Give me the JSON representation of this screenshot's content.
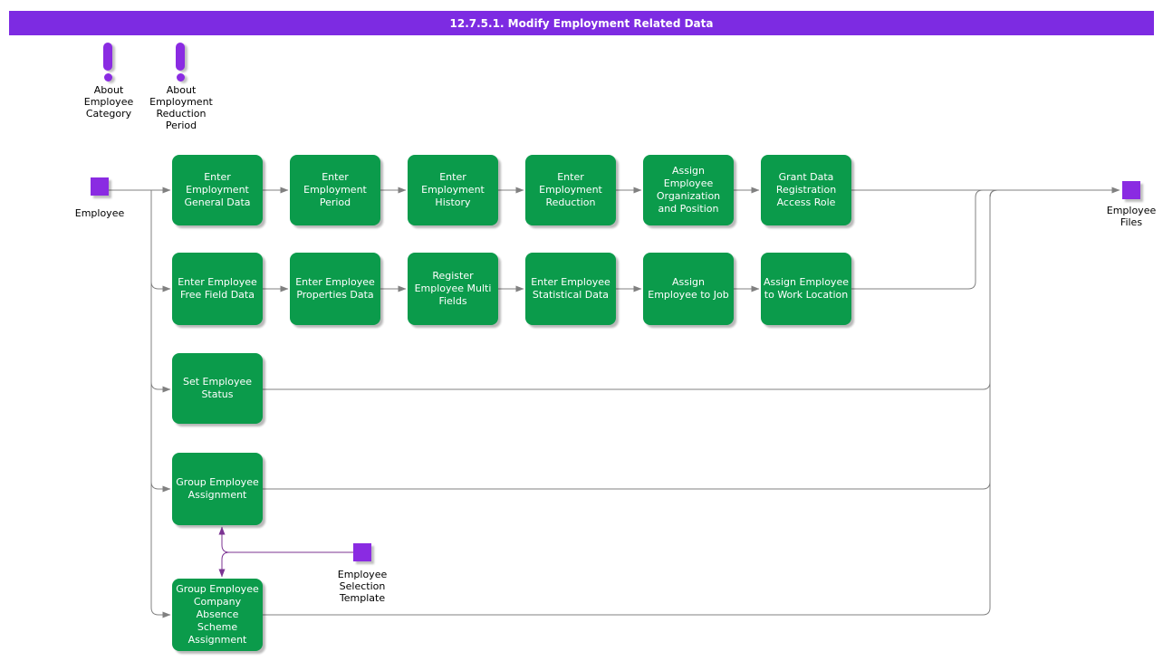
{
  "title_bar": {
    "text": "12.7.5.1. Modify Employment Related Data"
  },
  "notes": [
    {
      "label": "About\nEmployee\nCategory"
    },
    {
      "label": "About\nEmployment\nReduction\nPeriod"
    }
  ],
  "actors": {
    "employee": {
      "label": "Employee"
    },
    "employee_files": {
      "label": "Employee\nFiles"
    },
    "employee_selection_template": {
      "label": "Employee\nSelection\nTemplate"
    }
  },
  "process_rows": [
    {
      "boxes": [
        {
          "label": "Enter\nEmployment\nGeneral Data"
        },
        {
          "label": "Enter\nEmployment\nPeriod"
        },
        {
          "label": "Enter\nEmployment\nHistory"
        },
        {
          "label": "Enter\nEmployment\nReduction"
        },
        {
          "label": "Assign\nEmployee\nOrganization\nand Position"
        },
        {
          "label": "Grant Data\nRegistration\nAccess Role"
        }
      ]
    },
    {
      "boxes": [
        {
          "label": "Enter Employee\nFree Field Data"
        },
        {
          "label": "Enter Employee\nProperties Data"
        },
        {
          "label": "Register\nEmployee Multi\nFields"
        },
        {
          "label": "Enter Employee\nStatistical Data"
        },
        {
          "label": "Assign\nEmployee to Job"
        },
        {
          "label": "Assign Employee\nto Work Location"
        }
      ]
    },
    {
      "boxes": [
        {
          "label": "Set Employee\nStatus"
        }
      ]
    },
    {
      "boxes": [
        {
          "label": "Group Employee\nAssignment"
        }
      ]
    },
    {
      "boxes": [
        {
          "label": "Group Employee\nCompany\nAbsence\nScheme\nAssignment"
        }
      ]
    }
  ],
  "colors": {
    "title_bar_bg": "#7D2BE2",
    "title_text": "#FFFFFF",
    "task_green": "#0B9B4B",
    "task_text": "#FFFFFF",
    "connector_gray": "#808080",
    "entity_purple": "#8A2BE2",
    "association_purple": "#7B3392",
    "label_text": "#000000"
  }
}
